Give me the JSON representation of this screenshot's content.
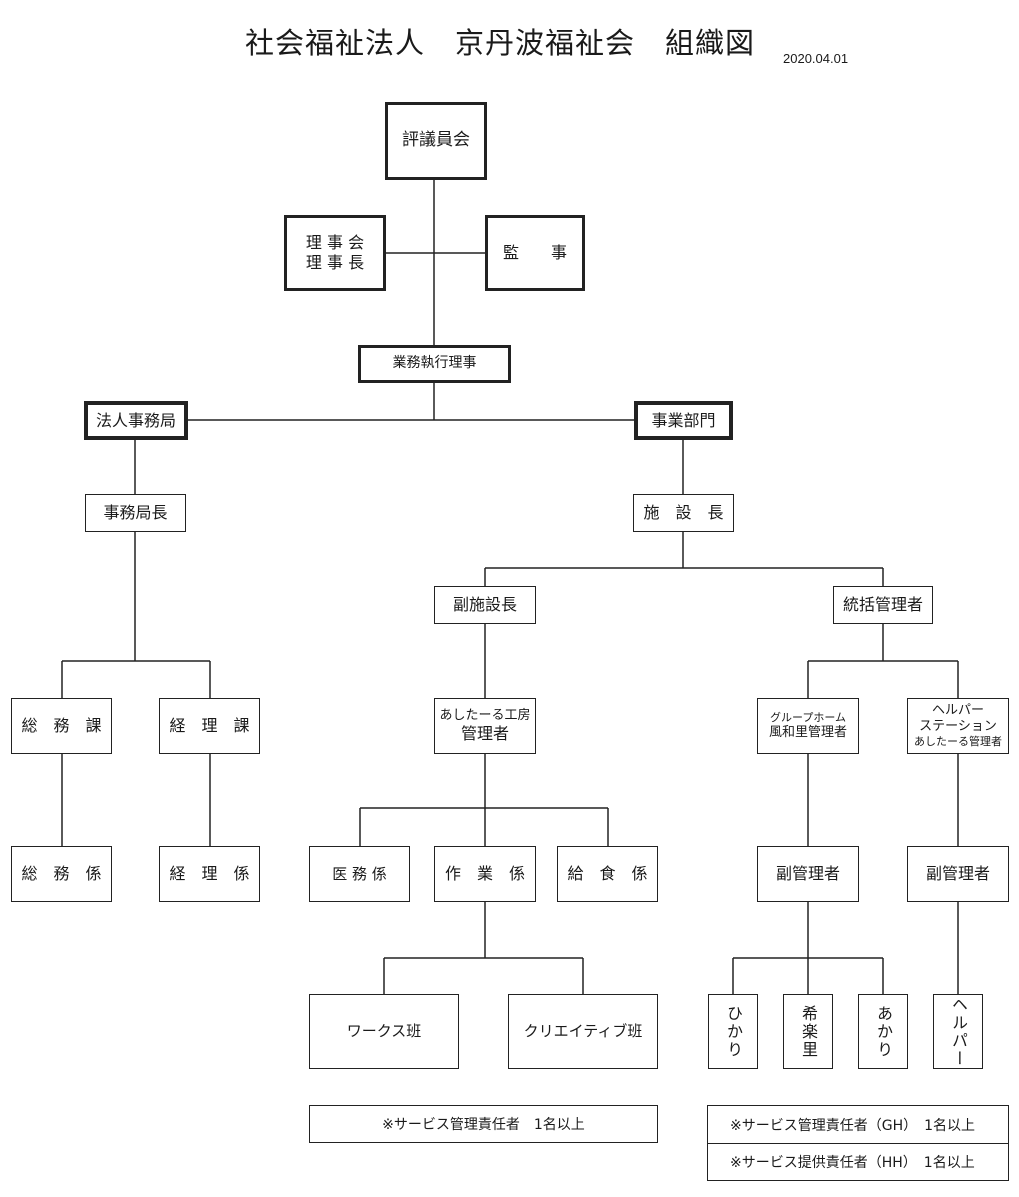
{
  "title": "社会福祉法人　京丹波福祉会　組織図",
  "date": "2020.04.01",
  "nodes": {
    "council": "評議員会",
    "board_l1": "理 事 会",
    "board_l2": "理 事 長",
    "auditor": "監　　事",
    "exec_director": "業務執行理事",
    "corp_office": "法人事務局",
    "business_dept": "事業部門",
    "office_chief": "事務局長",
    "facility_chief": "施　設　長",
    "vice_facility_chief": "副施設長",
    "general_manager": "統括管理者",
    "general_affairs_section": "総　務　課",
    "accounting_section": "経　理　課",
    "atelier_l1": "あしたーる工房",
    "atelier_l2": "管理者",
    "grouphome_l1": "グループホーム",
    "grouphome_l2": "風和里管理者",
    "helper_l1": "ヘルパー",
    "helper_l2": "ステーション",
    "helper_l3": "あしたーる管理者",
    "general_affairs_staff": "総　務　係",
    "accounting_staff": "経　理　係",
    "medical_staff": "医 務 係",
    "work_staff": "作　業　係",
    "meal_staff": "給　食　係",
    "vice_manager_gh": "副管理者",
    "vice_manager_helper": "副管理者",
    "works_team": "ワークス班",
    "creative_team": "クリエイティブ班",
    "hikari": "ひかり",
    "kiraku": "希楽里",
    "akari": "あかり",
    "helper": "ヘルパー"
  },
  "notes": {
    "service_manager": "※サービス管理責任者　1名以上",
    "service_manager_gh": "※サービス管理責任者（GH）　1名以上",
    "service_provider_hh": "※サービス提供責任者（HH）　1名以上"
  }
}
